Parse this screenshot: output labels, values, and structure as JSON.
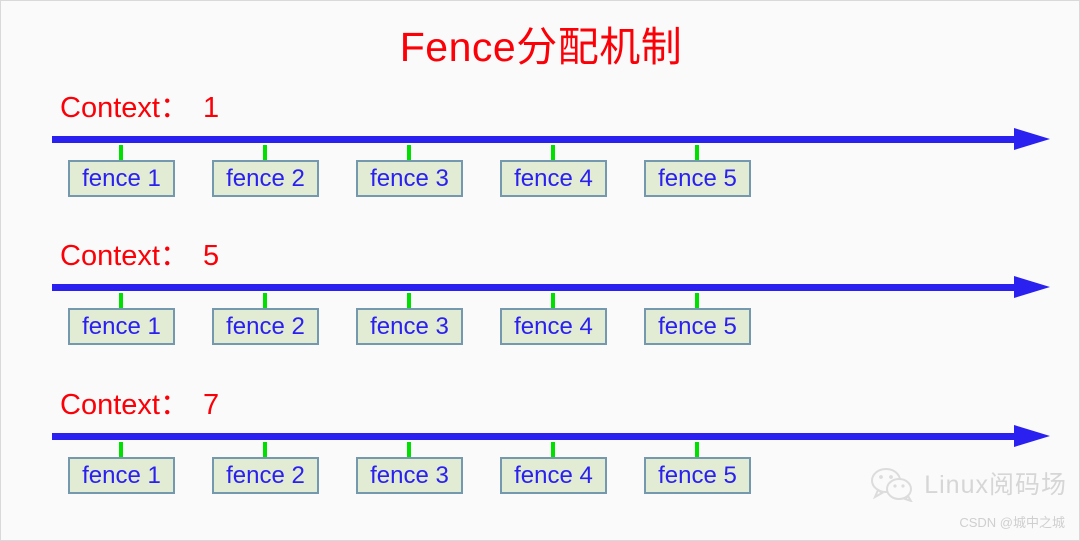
{
  "title": "Fence分配机制",
  "colors": {
    "title": "#fb0007",
    "context_label": "#fb0007",
    "timeline": "#2a20f0",
    "down_arrow": "#00e000",
    "fence_fill": "#e2ebd4",
    "fence_border": "#7499ae",
    "fence_text": "#2a20f0",
    "background": "#fafafa"
  },
  "rows": [
    {
      "context_prefix": "Context：",
      "context_value": "1",
      "fences": [
        "fence 1",
        "fence 2",
        "fence 3",
        "fence 4",
        "fence 5"
      ]
    },
    {
      "context_prefix": "Context：",
      "context_value": "5",
      "fences": [
        "fence 1",
        "fence 2",
        "fence 3",
        "fence 4",
        "fence 5"
      ]
    },
    {
      "context_prefix": "Context：",
      "context_value": "7",
      "fences": [
        "fence 1",
        "fence 2",
        "fence 3",
        "fence 4",
        "fence 5"
      ]
    }
  ],
  "watermark": {
    "icon": "wechat-icon",
    "text": "Linux阅码场"
  },
  "credit": "CSDN @城中之城"
}
